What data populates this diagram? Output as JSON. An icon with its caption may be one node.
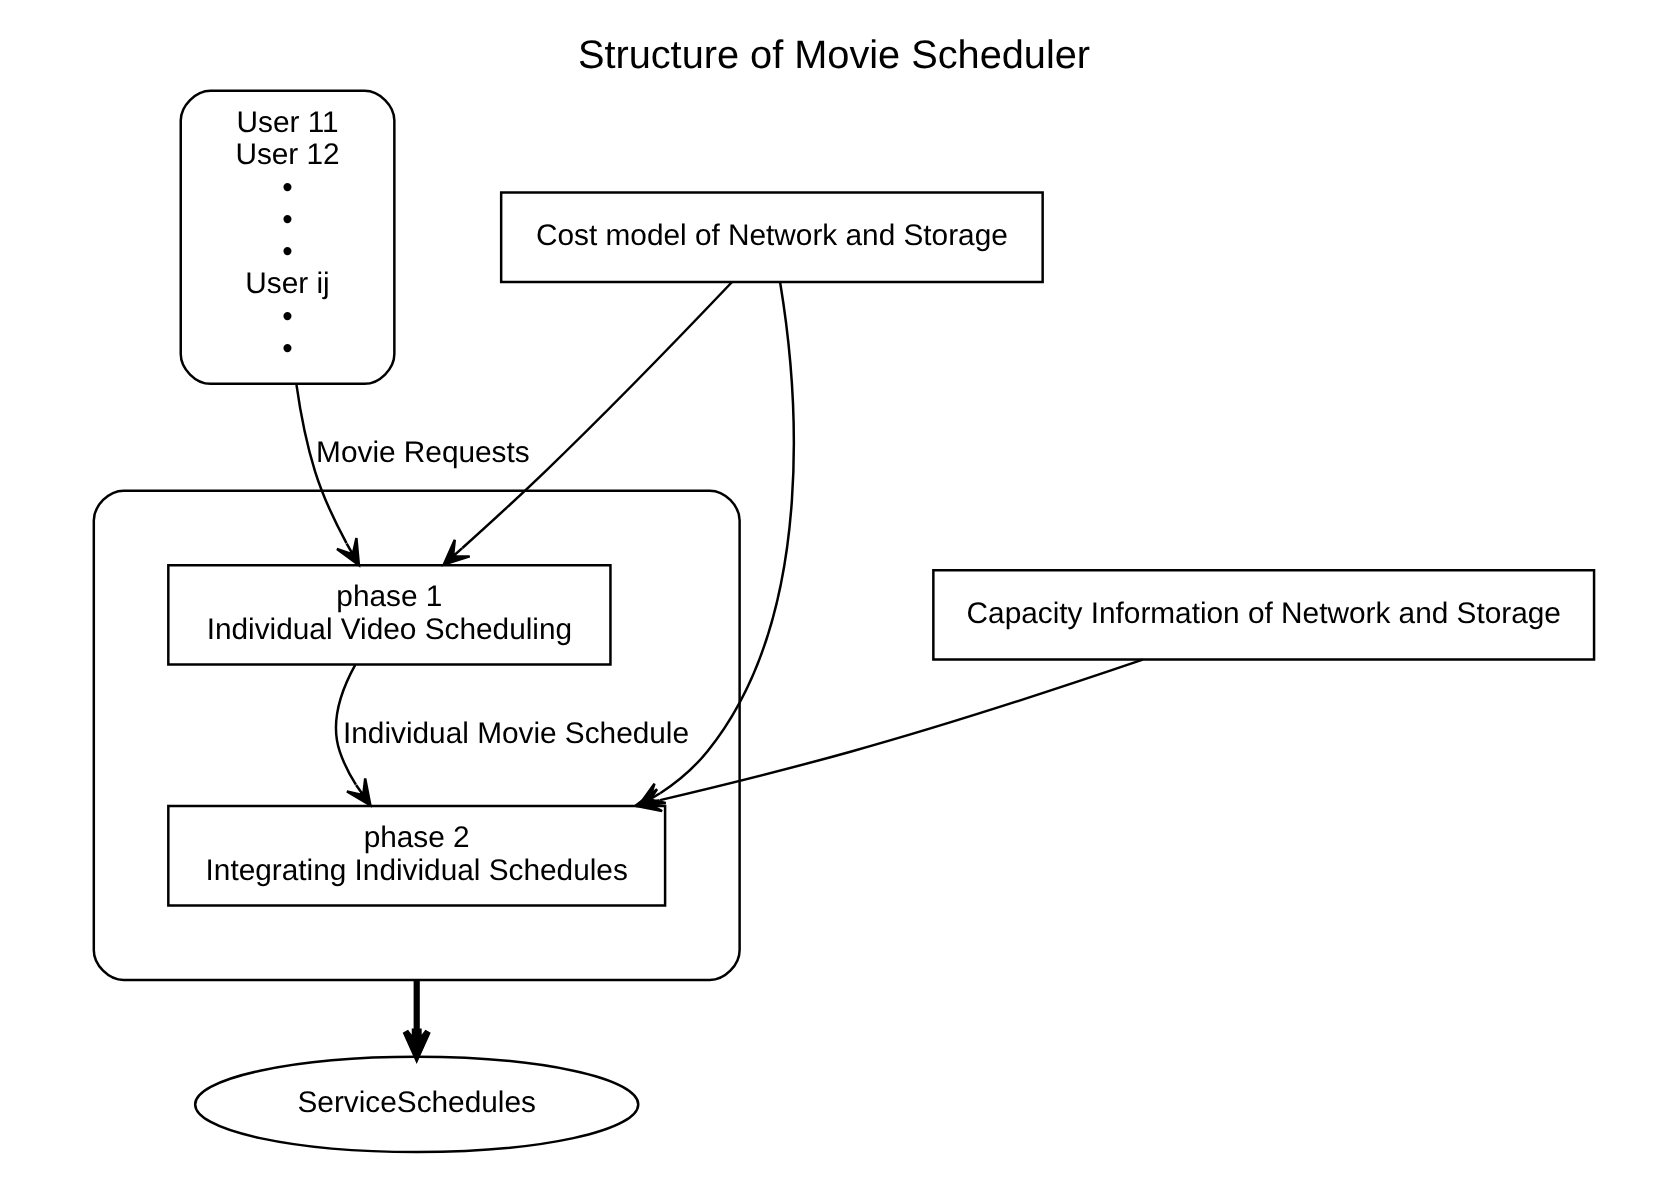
{
  "diagram": {
    "title": "Structure of Movie Scheduler",
    "nodes": [
      {
        "text": [
          "User 11",
          "User 12",
          "•",
          "•",
          "•",
          "User ij",
          "•",
          "•"
        ]
      },
      {
        "text": [],
        "shape": "box"
      },
      {
        "text": [
          "phase 1",
          "Individual Video Scheduling"
        ],
        "in": 1
      },
      {
        "text": [
          "phase 2",
          "Integrating Individual Schedules"
        ],
        "in": 1
      },
      {
        "text": [
          "Cost model of Network and Storage"
        ]
      },
      {
        "text": [
          "Capacity Information of Network and Storage"
        ]
      },
      {
        "text": [
          "ServiceSchedules"
        ]
      }
    ],
    "edges": [
      {
        "from": 0,
        "to": 2,
        "arrow": "to",
        "label": "Movie Requests"
      },
      {
        "from": 2,
        "to": 3,
        "arrow": "to",
        "label": "Individual Movie Schedule"
      },
      {
        "from": 4,
        "to": 2,
        "arrow": "to"
      },
      {
        "from": 4,
        "to": 3,
        "arrow": "to"
      },
      {
        "from": 5,
        "to": 3,
        "arrow": "to"
      },
      {
        "from": 1,
        "to": 6,
        "arrow": "to",
        "style": "thick"
      }
    ]
  }
}
